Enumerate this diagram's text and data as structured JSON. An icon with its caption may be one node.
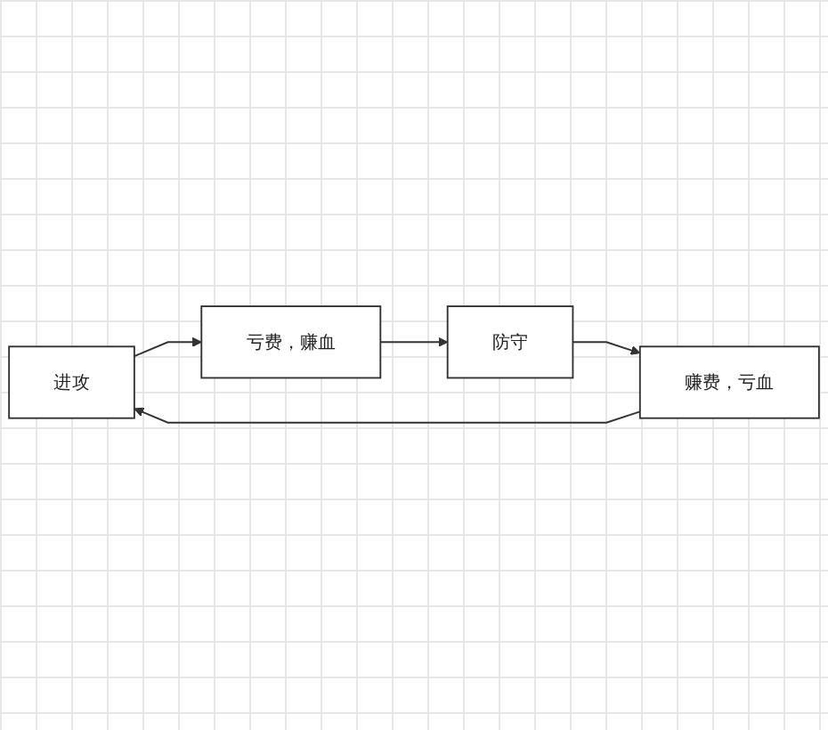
{
  "diagram": {
    "nodes": [
      {
        "text": [
          "进攻"
        ]
      },
      {
        "text": [
          "亏费，赚血"
        ]
      },
      {
        "text": [
          "防守"
        ]
      },
      {
        "text": [
          "赚费，亏血"
        ]
      }
    ],
    "edges": [
      {
        "from": 0,
        "to": 1,
        "arrow": "to"
      },
      {
        "from": 1,
        "to": 2,
        "arrow": "to"
      },
      {
        "from": 2,
        "to": 3,
        "arrow": "to"
      },
      {
        "from": 3,
        "to": 0,
        "arrow": "to"
      }
    ]
  }
}
